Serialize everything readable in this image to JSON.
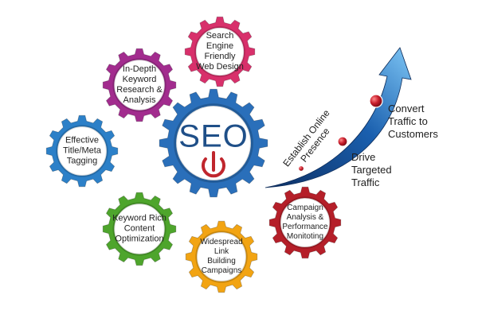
{
  "center": {
    "label": "SEO",
    "color": "#2a6fba",
    "icon": "power-icon",
    "icon_color": "#c0262d"
  },
  "gears": [
    {
      "label": "Search\nEngine\nFriendly\nWeb Design",
      "color": "#d8306b"
    },
    {
      "label": "In-Depth\nKeyword\nResearch &\nAnalysis",
      "color": "#a22c8e"
    },
    {
      "label": "Effective\nTitle/Meta\nTagging",
      "color": "#2c80c8"
    },
    {
      "label": "Keyword Rich\nContent\nOptimization",
      "color": "#4ea52c"
    },
    {
      "label": "Widespread\nLink\nBuilding\nCampaigns",
      "color": "#f2a413"
    },
    {
      "label": "Campaign\nAnalysis &\nPerformance\nMonitoting",
      "color": "#b51f29"
    }
  ],
  "arrow": {
    "color": "#1a5fae",
    "milestones": [
      {
        "label": "Establish Online\nPresence"
      },
      {
        "label": "Drive\nTargeted\nTraffic"
      },
      {
        "label": "Convert\nTraffic to\nCustomers"
      }
    ],
    "dot_color": "#c81e2c"
  }
}
